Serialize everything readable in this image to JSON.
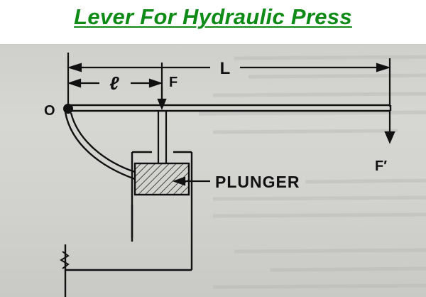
{
  "title": "Lever For Hydraulic Press",
  "diagram": {
    "labels": {
      "length_total": "L",
      "length_short": "ℓ",
      "force_plunger": "F",
      "fulcrum": "O",
      "force_end": "F′",
      "plunger": "PLUNGER"
    },
    "colors": {
      "title": "#0e8a16",
      "ink": "#111111",
      "paper": "#d2d2ce"
    }
  }
}
